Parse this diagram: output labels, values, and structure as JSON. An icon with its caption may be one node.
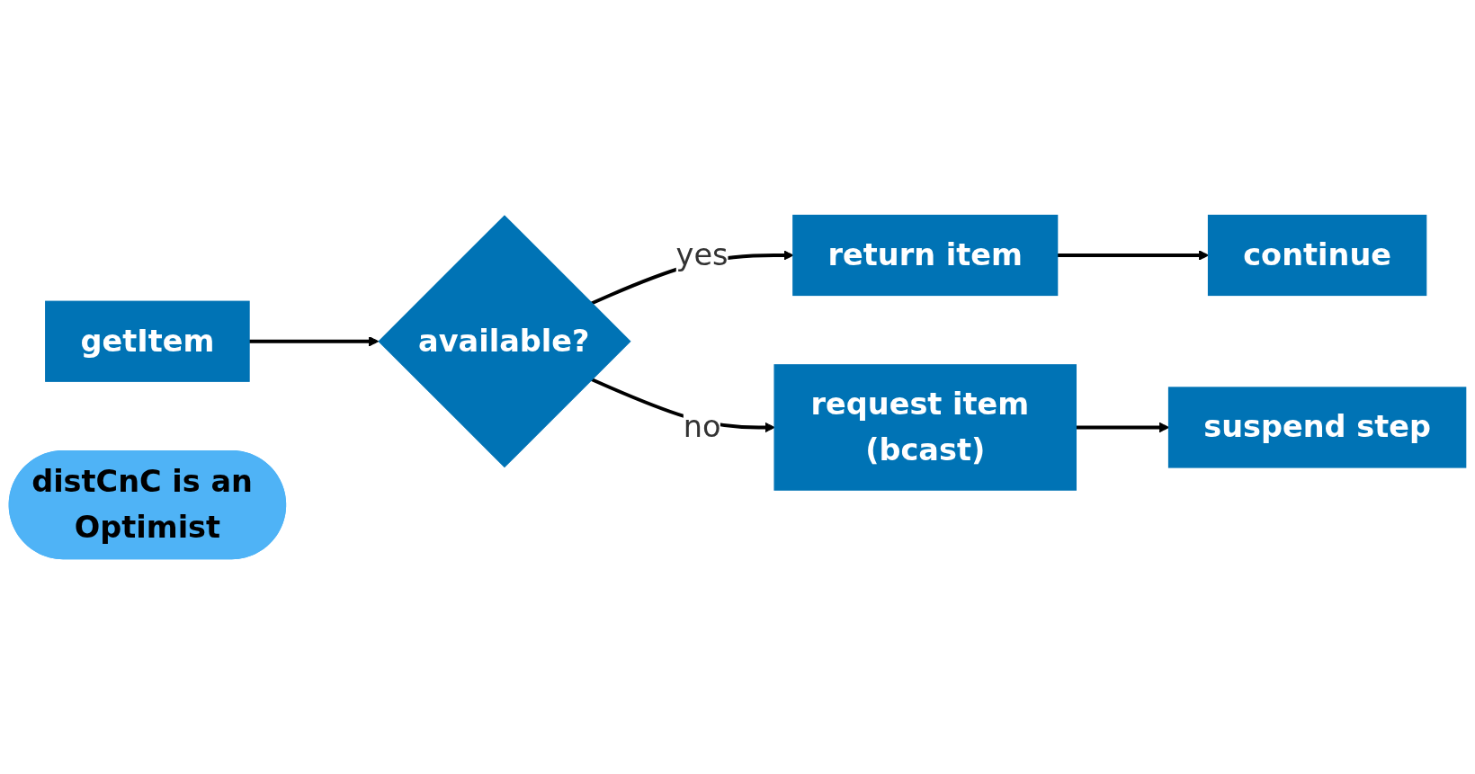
{
  "diagram": {
    "nodes": [
      {
        "text": [
          "getItem"
        ]
      },
      {
        "text": [
          "available?"
        ]
      },
      {
        "text": [
          "return item"
        ]
      },
      {
        "text": [
          "continue"
        ]
      },
      {
        "text": [
          "request item (bcast)"
        ]
      },
      {
        "text": [
          "suspend step"
        ]
      },
      {
        "text": [
          "distCnC is an Optimist"
        ]
      }
    ],
    "edges": [
      {
        "from": 0,
        "to": 1,
        "arrow": "to"
      },
      {
        "from": 1,
        "to": 2,
        "label": "yes",
        "arrow": "to"
      },
      {
        "from": 2,
        "to": 3,
        "arrow": "to"
      },
      {
        "from": 1,
        "to": 4,
        "label": "no",
        "arrow": "to"
      },
      {
        "from": 4,
        "to": 5,
        "arrow": "to"
      }
    ]
  }
}
